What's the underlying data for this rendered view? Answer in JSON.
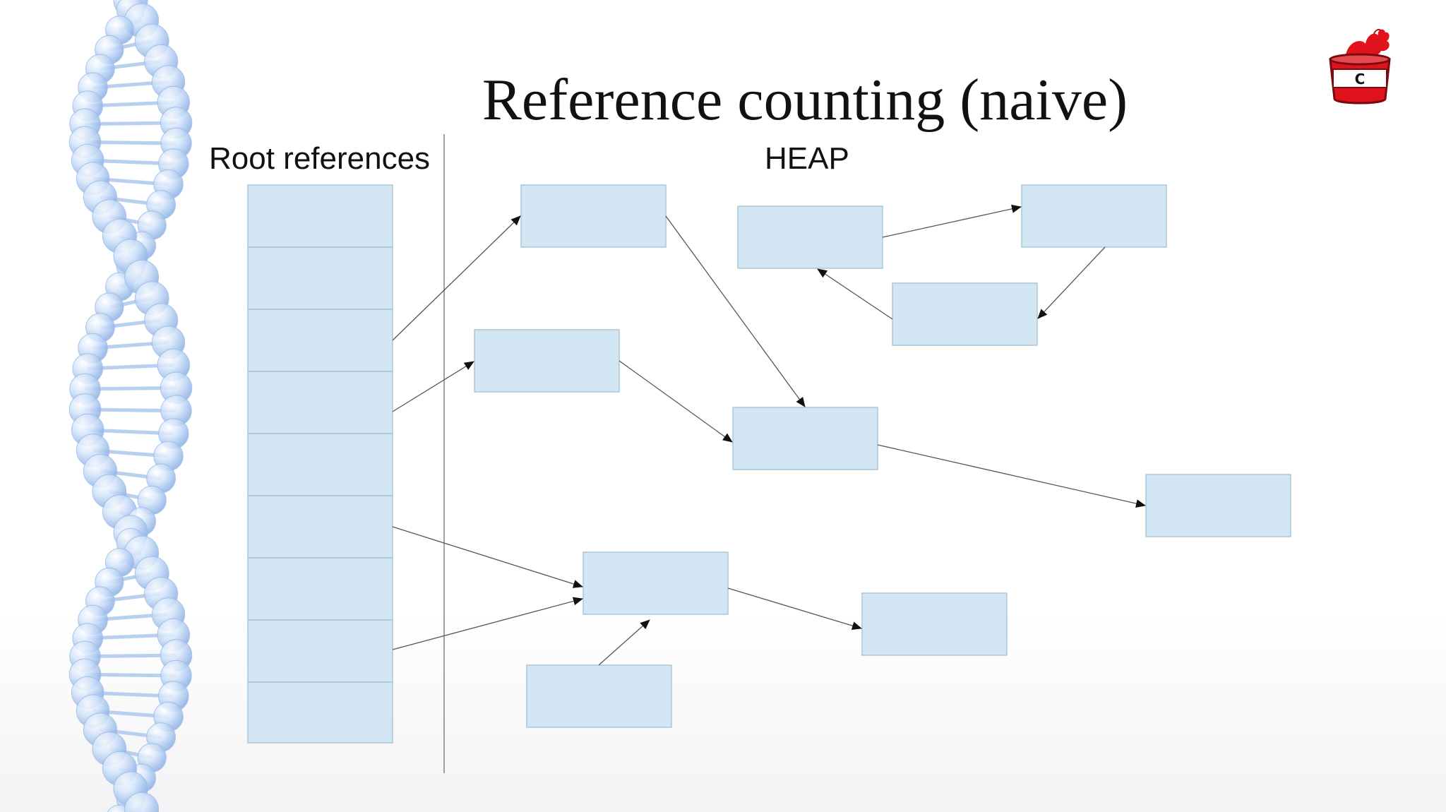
{
  "slide": {
    "title": "Reference counting (naive)",
    "root_label": "Root references",
    "heap_label": "HEAP"
  },
  "colors": {
    "box_fill": "#d3e6f3",
    "box_stroke": "#a9c3d6",
    "arrow": "#555555",
    "divider": "#8a8a8a",
    "logo_red": "#e0121c"
  },
  "icons": {
    "logo": "red-bucket-logo-icon",
    "logo_letter": "C",
    "decoration": "dna-helix-decoration"
  },
  "diagram": {
    "root_slot_count": 9,
    "heap_objects": [
      "h1",
      "h2",
      "h3",
      "h4",
      "h5",
      "h6",
      "h7",
      "h8",
      "h9",
      "h10"
    ],
    "references": [
      {
        "from": "root-3",
        "to": "h1"
      },
      {
        "from": "root-4",
        "to": "h2"
      },
      {
        "from": "root-6",
        "to": "h3"
      },
      {
        "from": "root-8",
        "to": "h3"
      },
      {
        "from": "h1",
        "to": "h7"
      },
      {
        "from": "h2",
        "to": "h7"
      },
      {
        "from": "h4",
        "to": "h3"
      },
      {
        "from": "h3",
        "to": "h8"
      },
      {
        "from": "h7",
        "to": "h10"
      },
      {
        "from": "h5",
        "to": "h6"
      },
      {
        "from": "h6",
        "to": "h9"
      },
      {
        "from": "h9",
        "to": "h5"
      }
    ]
  }
}
